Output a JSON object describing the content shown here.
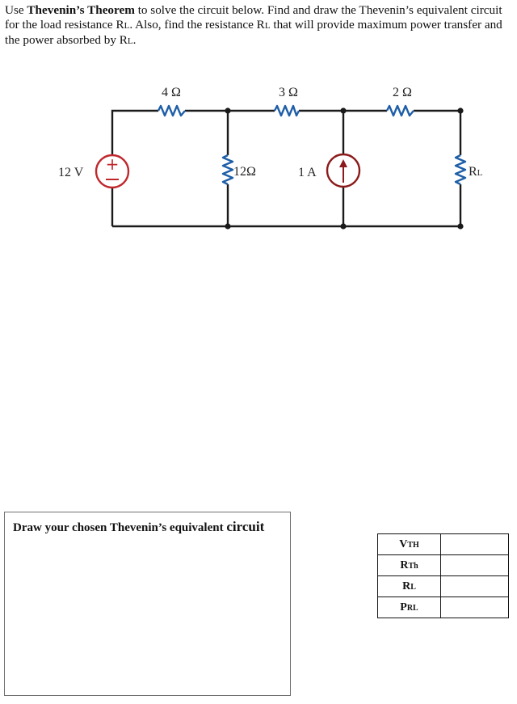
{
  "prompt": {
    "p1": "Use ",
    "bold": "Thevenin’s Theorem",
    "p2": " to solve the circuit below. Find and draw the Thevenin’s equivalent circuit for the load resistance R",
    "sub1": "L",
    "p3": ". Also, find the resistance R",
    "sub2": "L",
    "p4": " that will provide maximum power transfer and the power absorbed by R",
    "sub3": "L",
    "p5": "."
  },
  "circuit": {
    "voltage_source": {
      "label": "12 V",
      "plus": "+",
      "minus": "−",
      "color": "#c0272d"
    },
    "current_source": {
      "label": "1 A",
      "color": "#8b1a1a",
      "direction": "up"
    },
    "resistors": {
      "r1": "4 Ω",
      "r2": "3 Ω",
      "r3": "2 Ω",
      "r4": "12Ω",
      "load_main": "R",
      "load_sub": "L"
    },
    "resistor_color": "#1f5fa8",
    "wire_color": "#1a1a1a"
  },
  "drawing_box": {
    "title_main": "Draw your chosen Thevenin’s equivalent ",
    "title_end": "circuit"
  },
  "answer_table": {
    "rows": [
      {
        "main": "V",
        "sub": "TH",
        "value": ""
      },
      {
        "main": "R",
        "sub": "Th",
        "value": ""
      },
      {
        "main": "R",
        "sub": "L",
        "value": ""
      },
      {
        "main": "P",
        "sub": "RL",
        "value": ""
      }
    ]
  }
}
